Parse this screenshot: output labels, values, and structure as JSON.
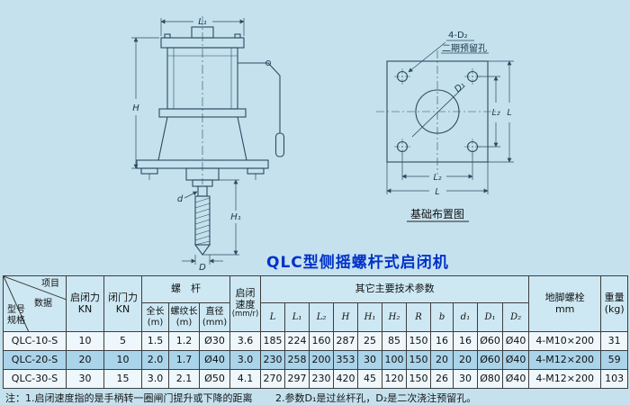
{
  "page": {
    "title": "QLC型侧摇螺杆式启闭机"
  },
  "front_view": {
    "dim_L1": "L₁",
    "dim_H": "H",
    "dim_H1": "H₁",
    "dim_d": "d",
    "dim_D": "D"
  },
  "plan_view": {
    "callout_line1": "4-D₂",
    "callout_line2": "二期预留孔",
    "dim_D1": "D₁",
    "dim_L2_side": "L₂",
    "dim_L_side": "L",
    "dim_L2_bottom": "L₂",
    "dim_L_bottom": "L",
    "caption": "基础布置图"
  },
  "table": {
    "header": {
      "corner": {
        "top": "项目",
        "mid": "数据",
        "bottom1": "型号",
        "bottom2": "规格"
      },
      "open_force": {
        "l1": "启闭力",
        "l2": "KN"
      },
      "close_force": {
        "l1": "闭门力",
        "l2": "KN"
      },
      "screw_group": "螺　杆",
      "screw_sub": [
        {
          "l1": "全长",
          "l2": "(m)"
        },
        {
          "l1": "螺纹长",
          "l2": "(m)"
        },
        {
          "l1": "直径",
          "l2": "(mm)"
        }
      ],
      "speed": {
        "l1": "启闭",
        "l2": "速度",
        "l3": "(mm/r)"
      },
      "other_group": "其它主要技术参数",
      "other_sub": [
        "L",
        "L₁",
        "L₂",
        "H",
        "H₁",
        "H₂",
        "R",
        "b",
        "d₁",
        "D₁",
        "D₂"
      ],
      "bolt": {
        "l1": "地脚螺栓",
        "l2": "mm"
      },
      "weight": {
        "l1": "重量",
        "l2": "(kg)"
      }
    },
    "rows": [
      {
        "cells": [
          "QLC-10-S",
          "10",
          "5",
          "1.5",
          "1.2",
          "Ø30",
          "3.6",
          "185",
          "224",
          "160",
          "287",
          "25",
          "85",
          "150",
          "16",
          "16",
          "Ø60",
          "Ø40",
          "4-M10×200",
          "31"
        ]
      },
      {
        "cells": [
          "QLC-20-S",
          "20",
          "10",
          "2.0",
          "1.7",
          "Ø40",
          "3.0",
          "230",
          "258",
          "200",
          "353",
          "30",
          "100",
          "150",
          "20",
          "20",
          "Ø60",
          "Ø40",
          "4-M12×200",
          "59"
        ]
      },
      {
        "cells": [
          "QLC-30-S",
          "30",
          "15",
          "3.0",
          "2.1",
          "Ø50",
          "4.1",
          "270",
          "297",
          "230",
          "420",
          "45",
          "120",
          "150",
          "26",
          "30",
          "Ø80",
          "Ø40",
          "4-M12×200",
          "103"
        ]
      }
    ]
  },
  "footnote": {
    "note1": "注：1.启闭速度指的是手柄转一圈闸门提升或下降的距离",
    "note2": "2.参数D₁是过丝杆孔，D₂是二次浇注预留孔。"
  }
}
